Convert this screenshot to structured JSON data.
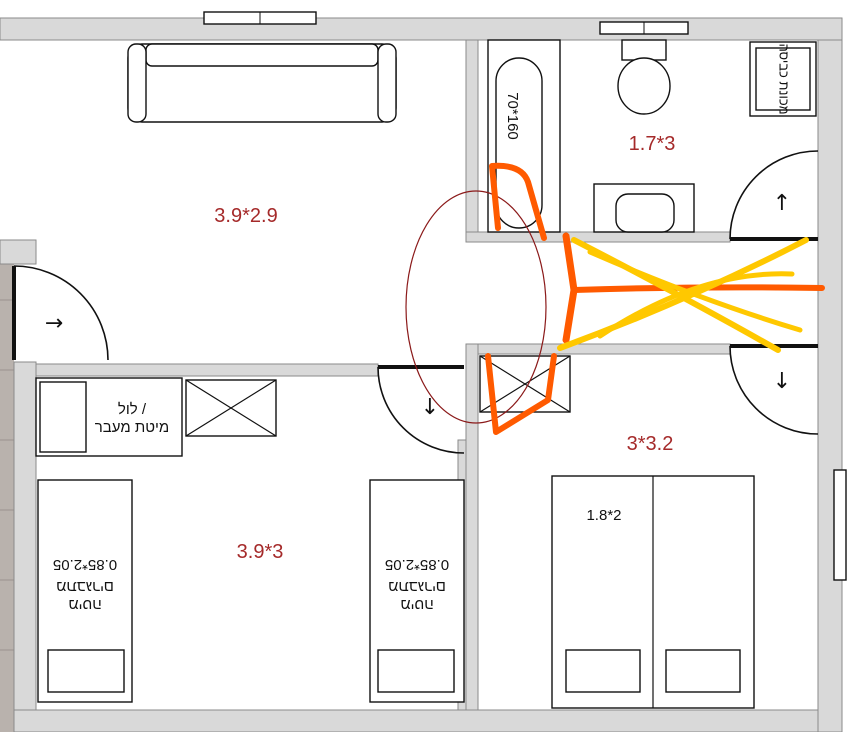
{
  "rooms": {
    "living": {
      "dimension": "3.9*2.9"
    },
    "bathroom": {
      "dimension": "1.7*3",
      "bathtub_label": "70*160",
      "washer_label": "מכונת כביסה"
    },
    "kids": {
      "dimension": "3.9*3",
      "crib_label_line1": "לול /",
      "crib_label_line2": "מיטת מעבר",
      "bed_label_line1": "מיטה",
      "bed_label_line2": "מתבגרים",
      "bed_size": "0.85*2.05"
    },
    "master": {
      "dimension": "3*3.2",
      "bed_size": "1.8*2"
    }
  },
  "arrows": {
    "right": "→",
    "up": "↑",
    "down": "↓"
  },
  "colors": {
    "dimension_text": "#a52a2a",
    "wall": "#d9d9d9",
    "annotation_orange": "#ff5a00",
    "annotation_yellow": "#ffc800",
    "annotation_ellipse": "#8b1a1a"
  }
}
